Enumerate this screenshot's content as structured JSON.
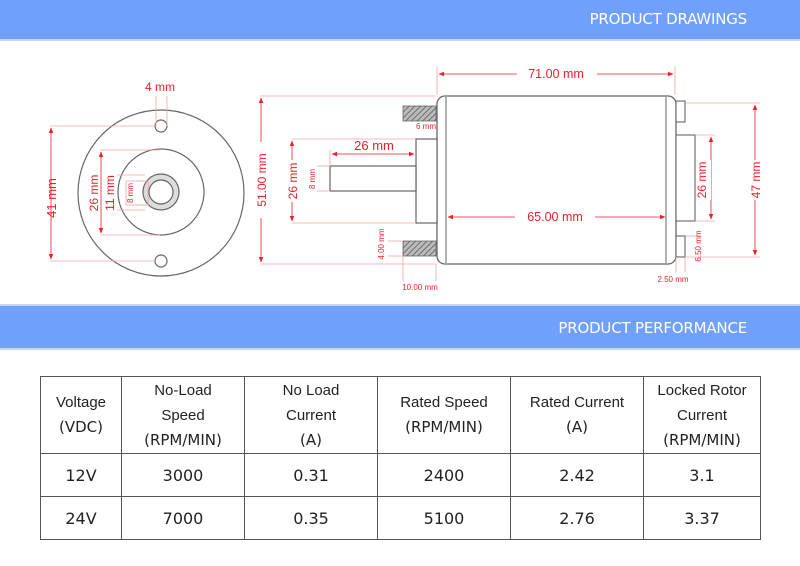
{
  "sections": {
    "drawings_title": "PRODUCT DRAWINGS",
    "performance_title": "PRODUCT PERFORMANCE"
  },
  "colors": {
    "banner": "#709ffc",
    "dimension": "#e8202a",
    "outline": "#666666"
  },
  "drawing": {
    "front_view": {
      "hole_dia": "4 mm",
      "mount_spacing": "41 mm",
      "boss_dia": "26 mm",
      "bearing_dia": "11 mm",
      "shaft_dia": "8 mm"
    },
    "side_view": {
      "total_height": "51.00 mm",
      "boss_dia": "26 mm",
      "shaft_length": "26 mm",
      "shaft_dia": "8 mm",
      "boss_length": "6 mm",
      "screw_height": "4.00 mm",
      "screw_length": "10.00 mm",
      "total_length": "71.00 mm",
      "body_length": "65.00 mm",
      "rear_boss_dia": "26 mm",
      "body_dia": "47 mm",
      "rear_tab_height": "6.50 mm",
      "rear_tab_length": "2.50 mm"
    }
  },
  "table": {
    "headers": [
      {
        "lines": [
          "Voltage"
        ],
        "unit": "(VDC)"
      },
      {
        "lines": [
          "No-Load",
          "Speed"
        ],
        "unit": "(RPM/MIN)"
      },
      {
        "lines": [
          "No Load",
          "Current"
        ],
        "unit": "(A)"
      },
      {
        "lines": [
          "Rated Speed"
        ],
        "unit": "(RPM/MIN)"
      },
      {
        "lines": [
          "Rated Current"
        ],
        "unit": "(A)"
      },
      {
        "lines": [
          "Locked Rotor",
          "Current"
        ],
        "unit": "(RPM/MIN)"
      }
    ],
    "rows": [
      [
        "12V",
        "3000",
        "0.31",
        "2400",
        "2.42",
        "3.1"
      ],
      [
        "24V",
        "7000",
        "0.35",
        "5100",
        "2.76",
        "3.37"
      ]
    ]
  }
}
